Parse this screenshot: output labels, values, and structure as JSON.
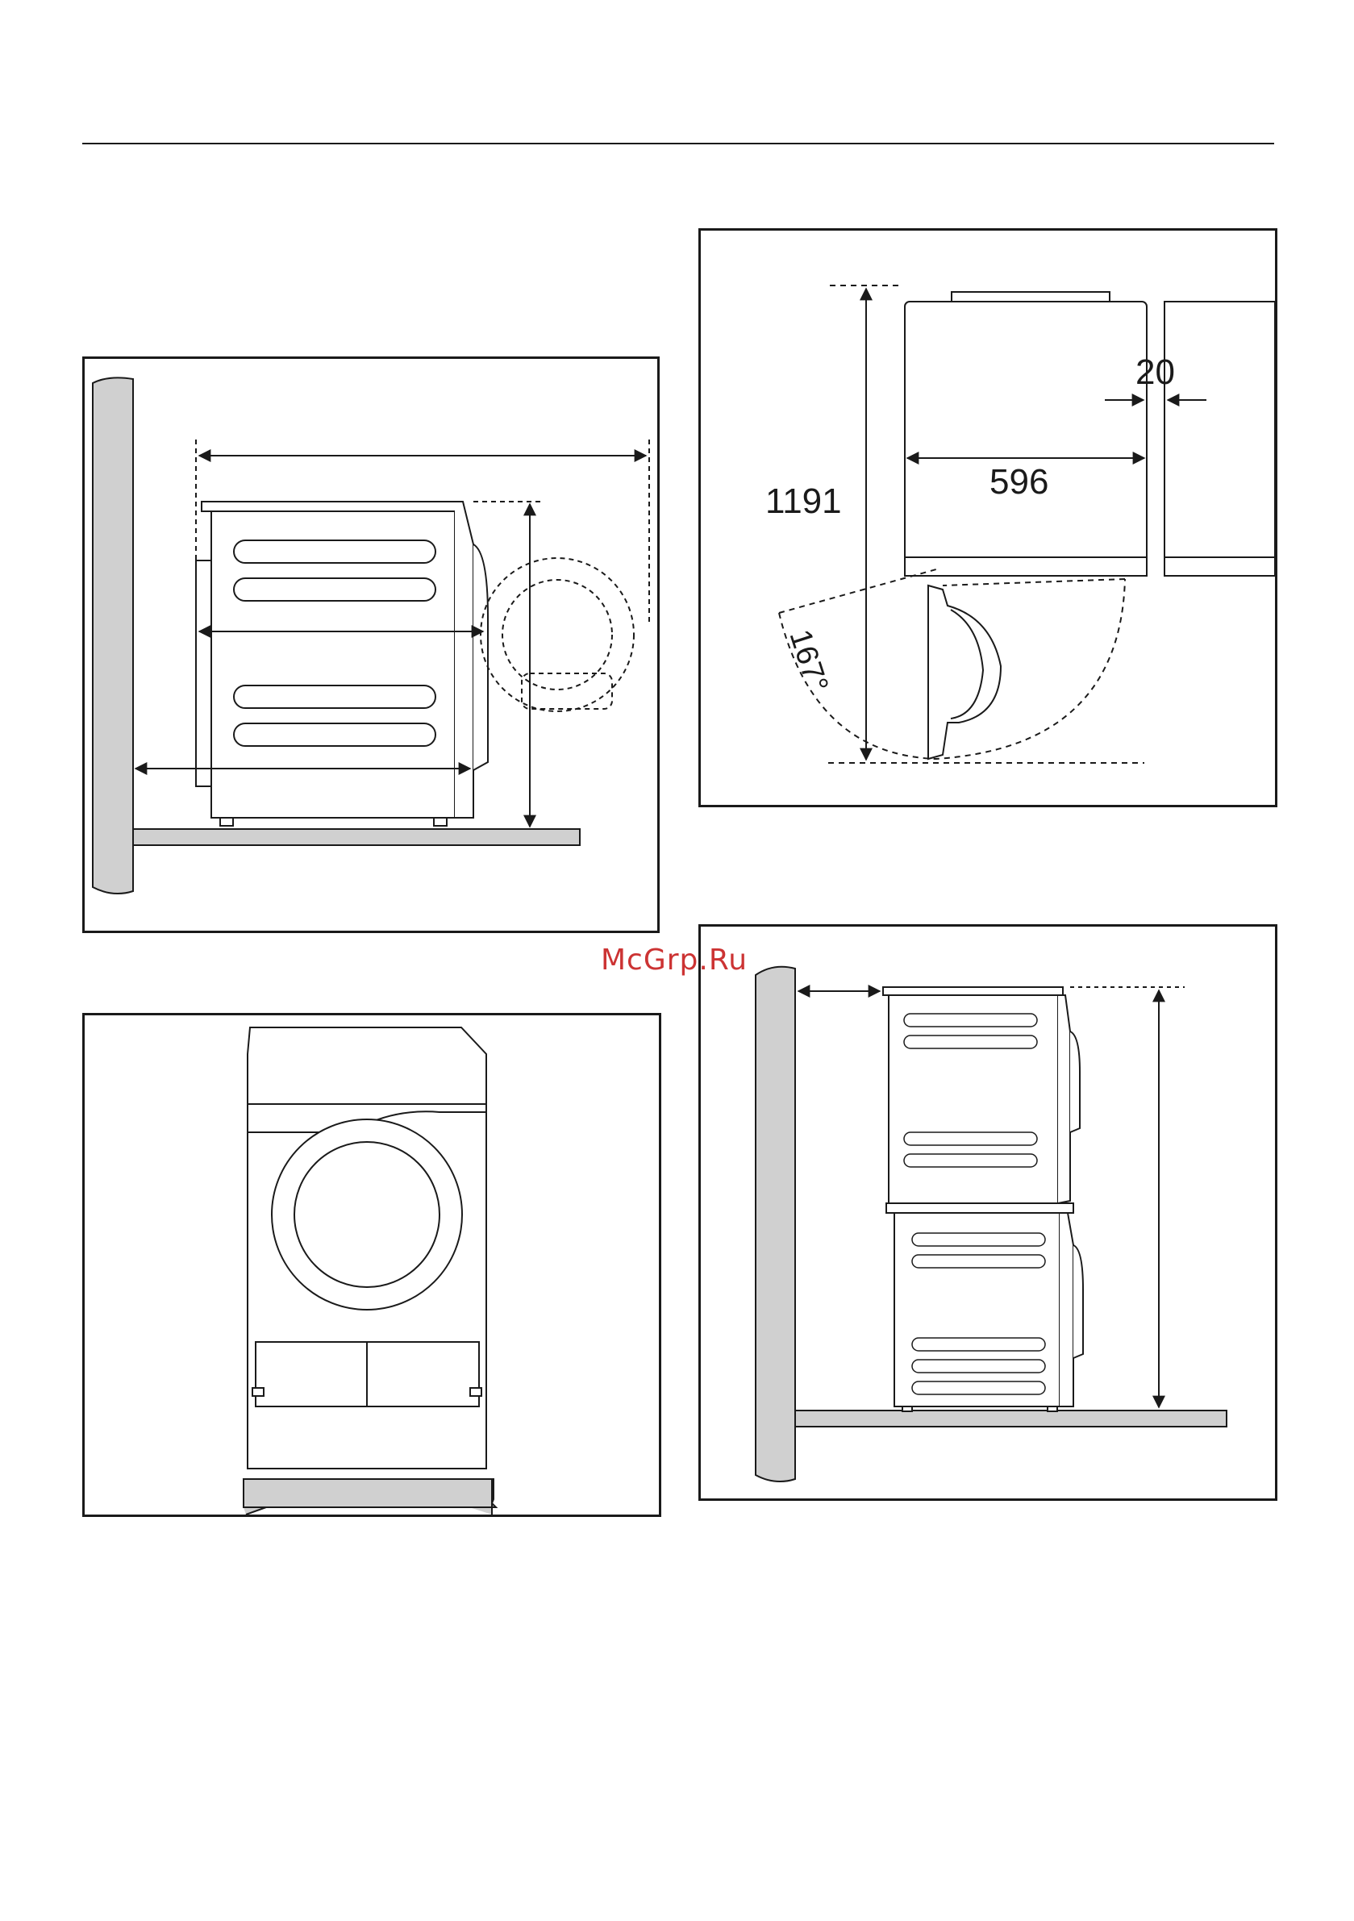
{
  "watermark": {
    "text": "McGrp.Ru"
  },
  "diagrams": {
    "top_view": {
      "depth_label": "1191",
      "width_label": "596",
      "gap_label": "20",
      "angle_label": "167°"
    }
  }
}
